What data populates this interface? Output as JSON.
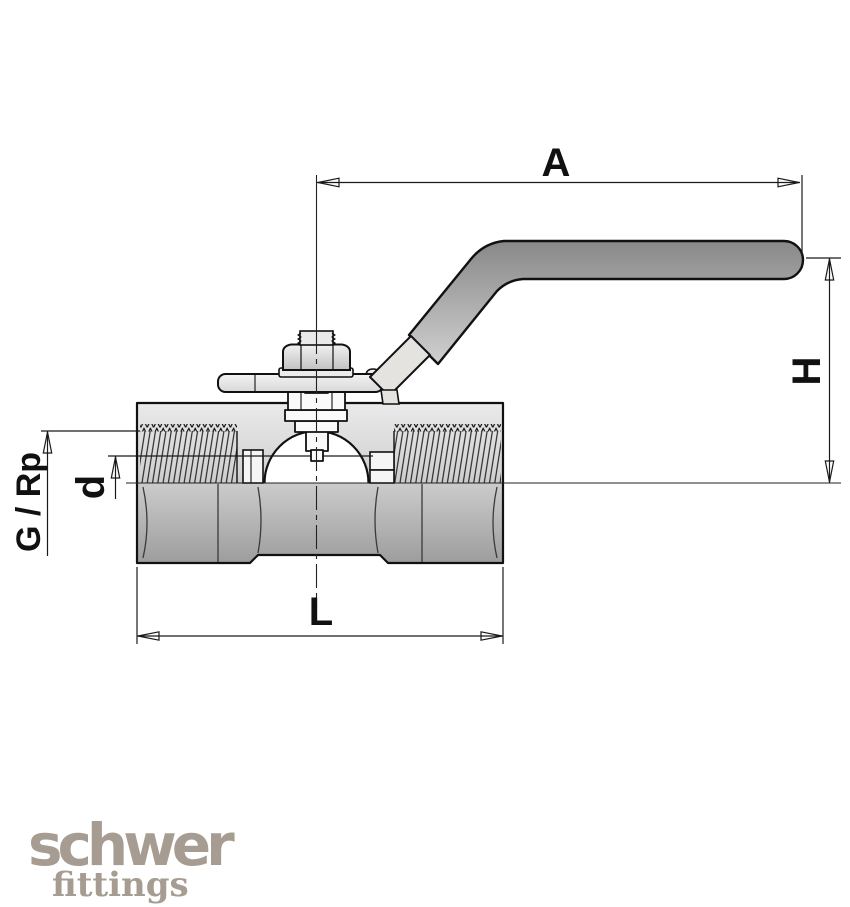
{
  "drawing": {
    "type": "technical-drawing",
    "subject": "two-piece ball valve, female threaded, with lever handle (cross-section)",
    "labels": {
      "a": "A",
      "h": "H",
      "g_rp": "G / Rp",
      "d": "d",
      "l": "L"
    }
  },
  "logo": {
    "name": "schwer",
    "tagline": "fittings",
    "color": "#a69c91"
  },
  "colors": {
    "line": "#111111",
    "thin_line": "#222222",
    "handle_dark": "#8a8a8a",
    "handle_light": "#cfcfcf",
    "body_top": "#e9e9e9",
    "body_bottom": "#9d9d9d",
    "sleeve": "#e4e3df",
    "background": "#ffffff"
  }
}
